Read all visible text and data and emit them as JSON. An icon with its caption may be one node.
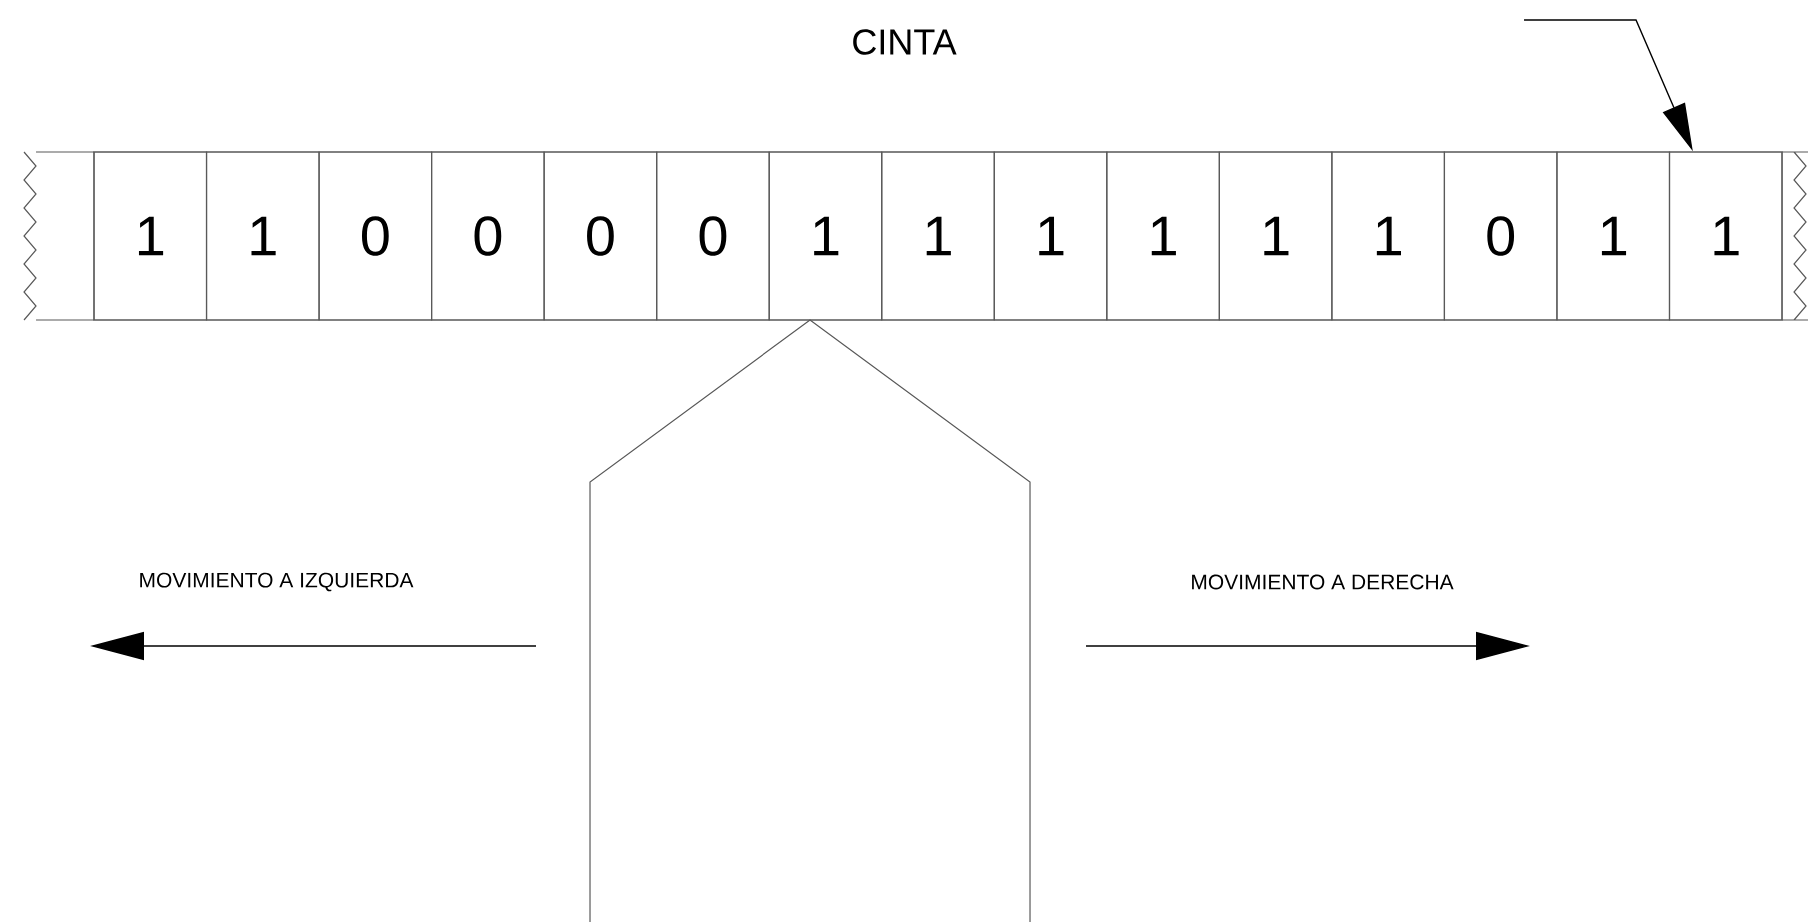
{
  "diagram": {
    "title": "CINTA",
    "nodes": [
      {
        "text": [],
        "shape": "bar"
      },
      {
        "text": [
          "1"
        ],
        "in": 0
      },
      {
        "text": [
          "1"
        ],
        "in": 0
      },
      {
        "text": [
          "0"
        ],
        "in": 0
      },
      {
        "text": [
          "0"
        ],
        "in": 0
      },
      {
        "text": [
          "0"
        ],
        "in": 0
      },
      {
        "text": [
          "0"
        ],
        "in": 0
      },
      {
        "text": [
          "1"
        ],
        "in": 0
      },
      {
        "text": [
          "1"
        ],
        "in": 0
      },
      {
        "text": [
          "1"
        ],
        "in": 0
      },
      {
        "text": [
          "1"
        ],
        "in": 0
      },
      {
        "text": [
          "1"
        ],
        "in": 0
      },
      {
        "text": [
          "1"
        ],
        "in": 0
      },
      {
        "text": [
          "0"
        ],
        "in": 0
      },
      {
        "text": [
          "1"
        ],
        "in": 0
      },
      {
        "text": [
          "1"
        ],
        "in": 0
      },
      {
        "text": [],
        "shape": "pentagon"
      }
    ],
    "edges": [
      {
        "from": null,
        "to": 15,
        "arrow": "to"
      }
    ],
    "labels": [
      "MOVIMIENTO A IZQUIERDA",
      "MOVIMIENTO A DERECHA"
    ]
  }
}
